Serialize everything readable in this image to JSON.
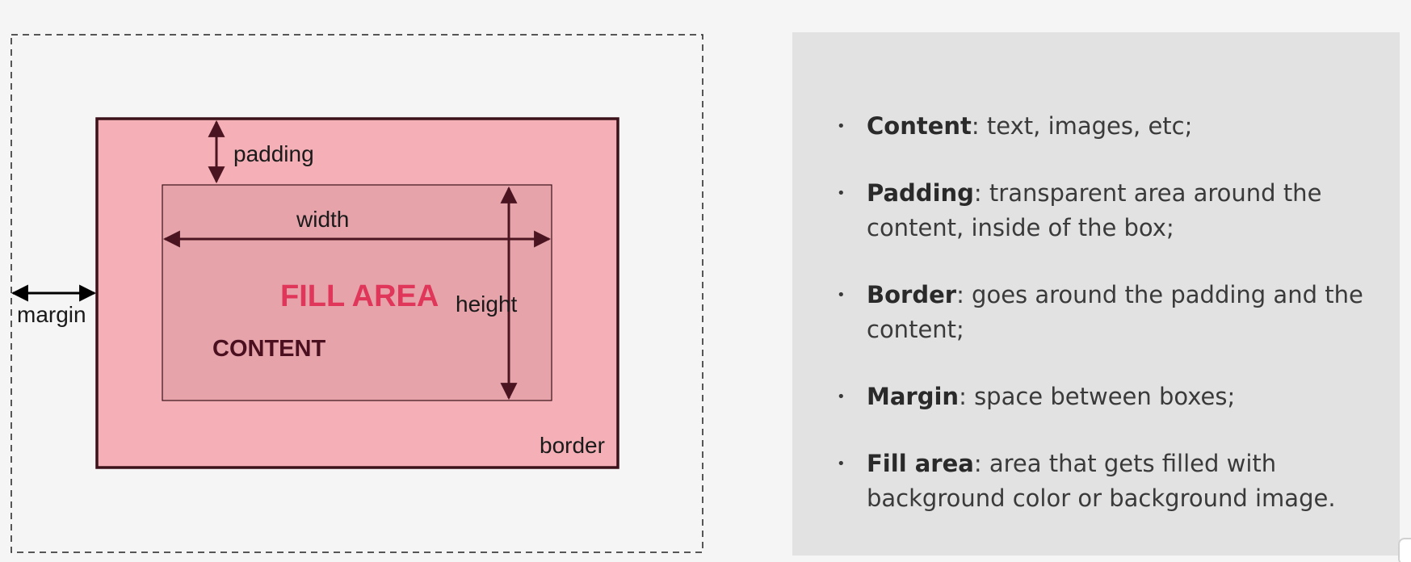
{
  "diagram": {
    "labels": {
      "padding": "padding",
      "width": "width",
      "height": "height",
      "margin": "margin",
      "fill_area": "FILL AREA",
      "content": "CONTENT",
      "border": "border"
    },
    "colors": {
      "fill_area": "#f4b0b6",
      "content_area": "#e6a3aa",
      "border": "#3b1219",
      "arrow": "#4a1520",
      "margin_arrow": "#000000",
      "fill_area_text": "#e0365a",
      "content_text": "#4a1020"
    }
  },
  "legend": {
    "items": [
      {
        "bullet": "•",
        "term": "Content",
        "description": ": text, images, etc;"
      },
      {
        "bullet": "•",
        "term": "Padding",
        "description": ": transparent area around the content, inside of the box;"
      },
      {
        "bullet": "•",
        "term": "Border",
        "description": ": goes around the padding and the content;"
      },
      {
        "bullet": "•",
        "term": "Margin",
        "description": ": space between boxes;"
      },
      {
        "bullet": "•",
        "term": "Fill area",
        "description": ": area that gets filled with background color or background image."
      }
    ]
  }
}
